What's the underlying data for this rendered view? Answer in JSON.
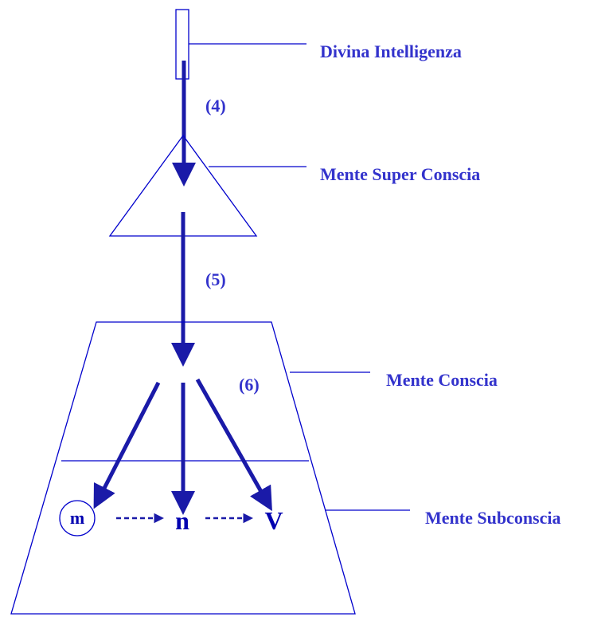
{
  "colors": {
    "label": "#3333cc",
    "line": "#0000cc",
    "arrow": "#1a1aa8",
    "symbol": "#0000b0"
  },
  "labels": {
    "divina": "Divina Intelligenza",
    "super": "Mente Super Conscia",
    "conscia": "Mente Conscia",
    "subconscia": "Mente Subconscia"
  },
  "steps": {
    "four": "(4)",
    "five": "(5)",
    "six": "(6)"
  },
  "symbols": {
    "m": "m",
    "n": "n",
    "v": "V"
  }
}
